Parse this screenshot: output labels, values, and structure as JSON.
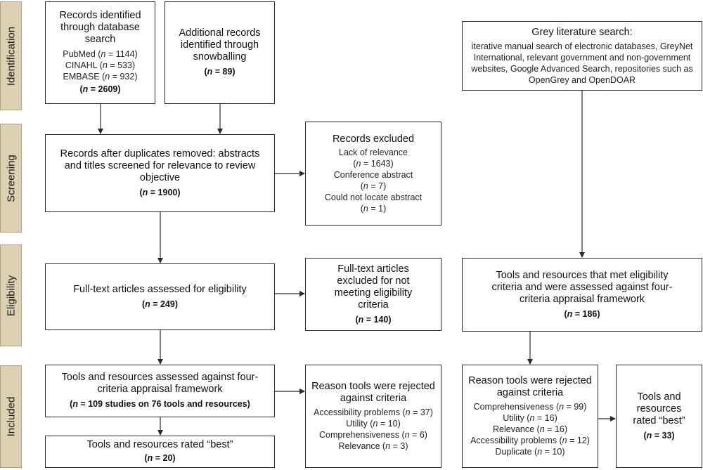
{
  "phases": {
    "identification": "Identification",
    "screening": "Screening",
    "eligibility": "Eligibility",
    "included": "Included"
  },
  "db_search": {
    "title": "Records identified through database search",
    "sources": [
      "PubMed (n = 1144)",
      "CINAHL (n = 533)",
      "EMBASE (n = 932)"
    ],
    "total": "(n = 2609)"
  },
  "snowballing": {
    "title": "Additional records identified through snowballing",
    "total": "(n = 89)"
  },
  "grey": {
    "title": "Grey literature search:",
    "text": "iterative manual search of electronic databases, GreyNet International, relevant government and non-government websites, Google Advanced Search, repositories such as OpenGrey and OpenDOAR"
  },
  "duplicates": {
    "title": "Records after duplicates removed: abstracts and titles screened for relevance to review objective",
    "total": "(n = 1900)"
  },
  "excluded": {
    "title": "Records excluded",
    "items": [
      {
        "label": "Lack of relevance",
        "count": "(n = 1643)"
      },
      {
        "label": "Conference abstract",
        "count": "(n = 7)"
      },
      {
        "label": "Could not locate abstract",
        "count": "(n = 1)"
      }
    ]
  },
  "fulltext": {
    "title": "Full-text articles assessed for eligibility",
    "total": "(n = 249)"
  },
  "fulltext_excluded": {
    "title": "Full-text articles excluded for not meeting eligibility criteria",
    "total": "(n = 140)"
  },
  "grey_eligible": {
    "title": "Tools and resources that met eligibility criteria and were assessed against four-criteria appraisal framework",
    "total": "(n = 186)"
  },
  "assessed": {
    "title": "Tools and resources assessed against four-criteria appraisal framework",
    "total": "(n = 109 studies on 76 tools and resources)"
  },
  "rejected_left": {
    "title": "Reason tools were rejected against criteria",
    "items": [
      "Accessibility problems (n = 37)",
      "Utility (n = 10)",
      "Comprehensiveness (n = 6)",
      "Relevance (n = 3)"
    ]
  },
  "rated_best_left": {
    "title": "Tools and resources rated “best”",
    "total": "(n = 20)"
  },
  "rejected_right": {
    "title": "Reason tools were rejected against criteria",
    "items": [
      "Comprehensiveness (n = 99)",
      "Utility (n = 16)",
      "Relevance (n = 16)",
      "Accessibility problems (n = 12)",
      "Duplicate (n = 10)"
    ]
  },
  "rated_best_right": {
    "title": "Tools and resources rated “best”",
    "total": "(n = 33)"
  }
}
